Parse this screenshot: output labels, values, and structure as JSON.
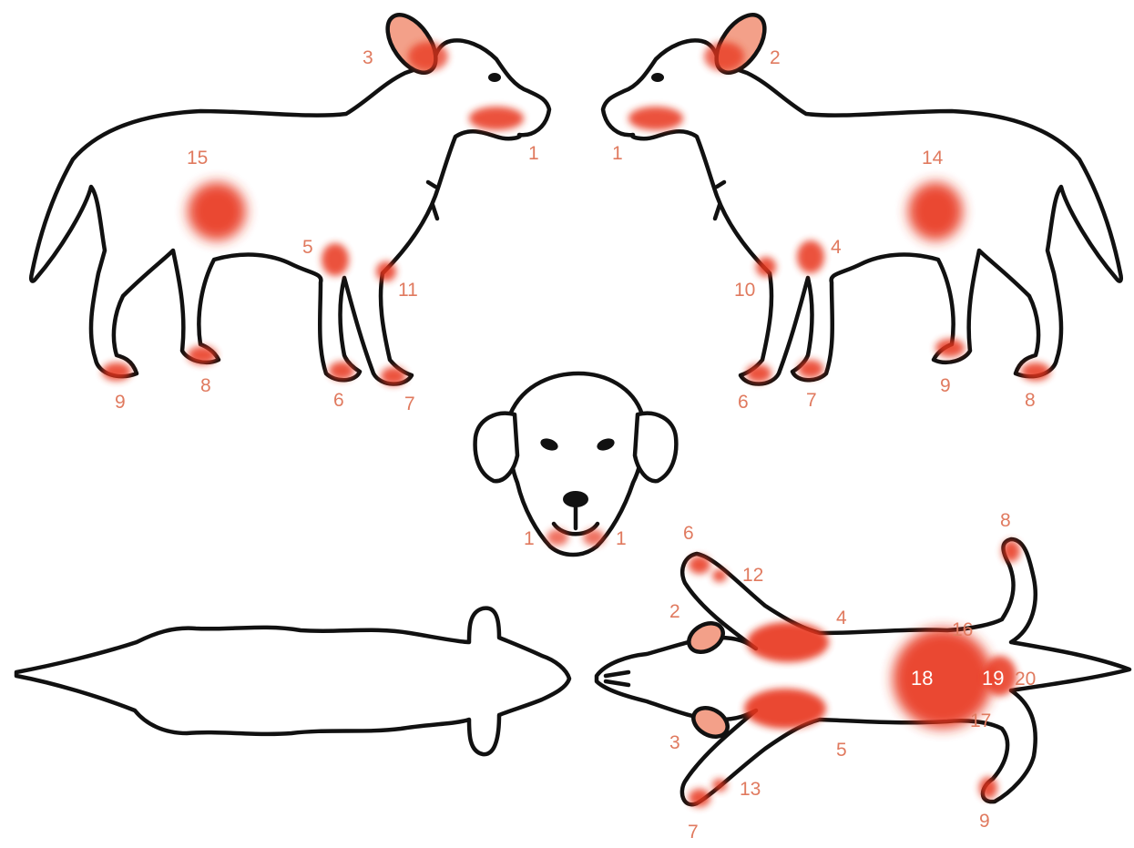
{
  "colors": {
    "highlight": "#e8361f",
    "label": "#e07a5f",
    "outline": "#111111",
    "background": "#ffffff"
  },
  "views": {
    "left_profile": {
      "labels": [
        "3",
        "1",
        "15",
        "5",
        "11",
        "9",
        "8",
        "6",
        "7"
      ]
    },
    "right_profile": {
      "labels": [
        "2",
        "1",
        "14",
        "4",
        "10",
        "6",
        "7",
        "9",
        "8"
      ]
    },
    "front_head": {
      "labels": [
        "1",
        "1"
      ]
    },
    "dorsal": {
      "labels": []
    },
    "ventral": {
      "labels": [
        "6",
        "12",
        "8",
        "2",
        "4",
        "16",
        "18",
        "19",
        "20",
        "17",
        "3",
        "5",
        "13",
        "7",
        "9"
      ]
    }
  }
}
